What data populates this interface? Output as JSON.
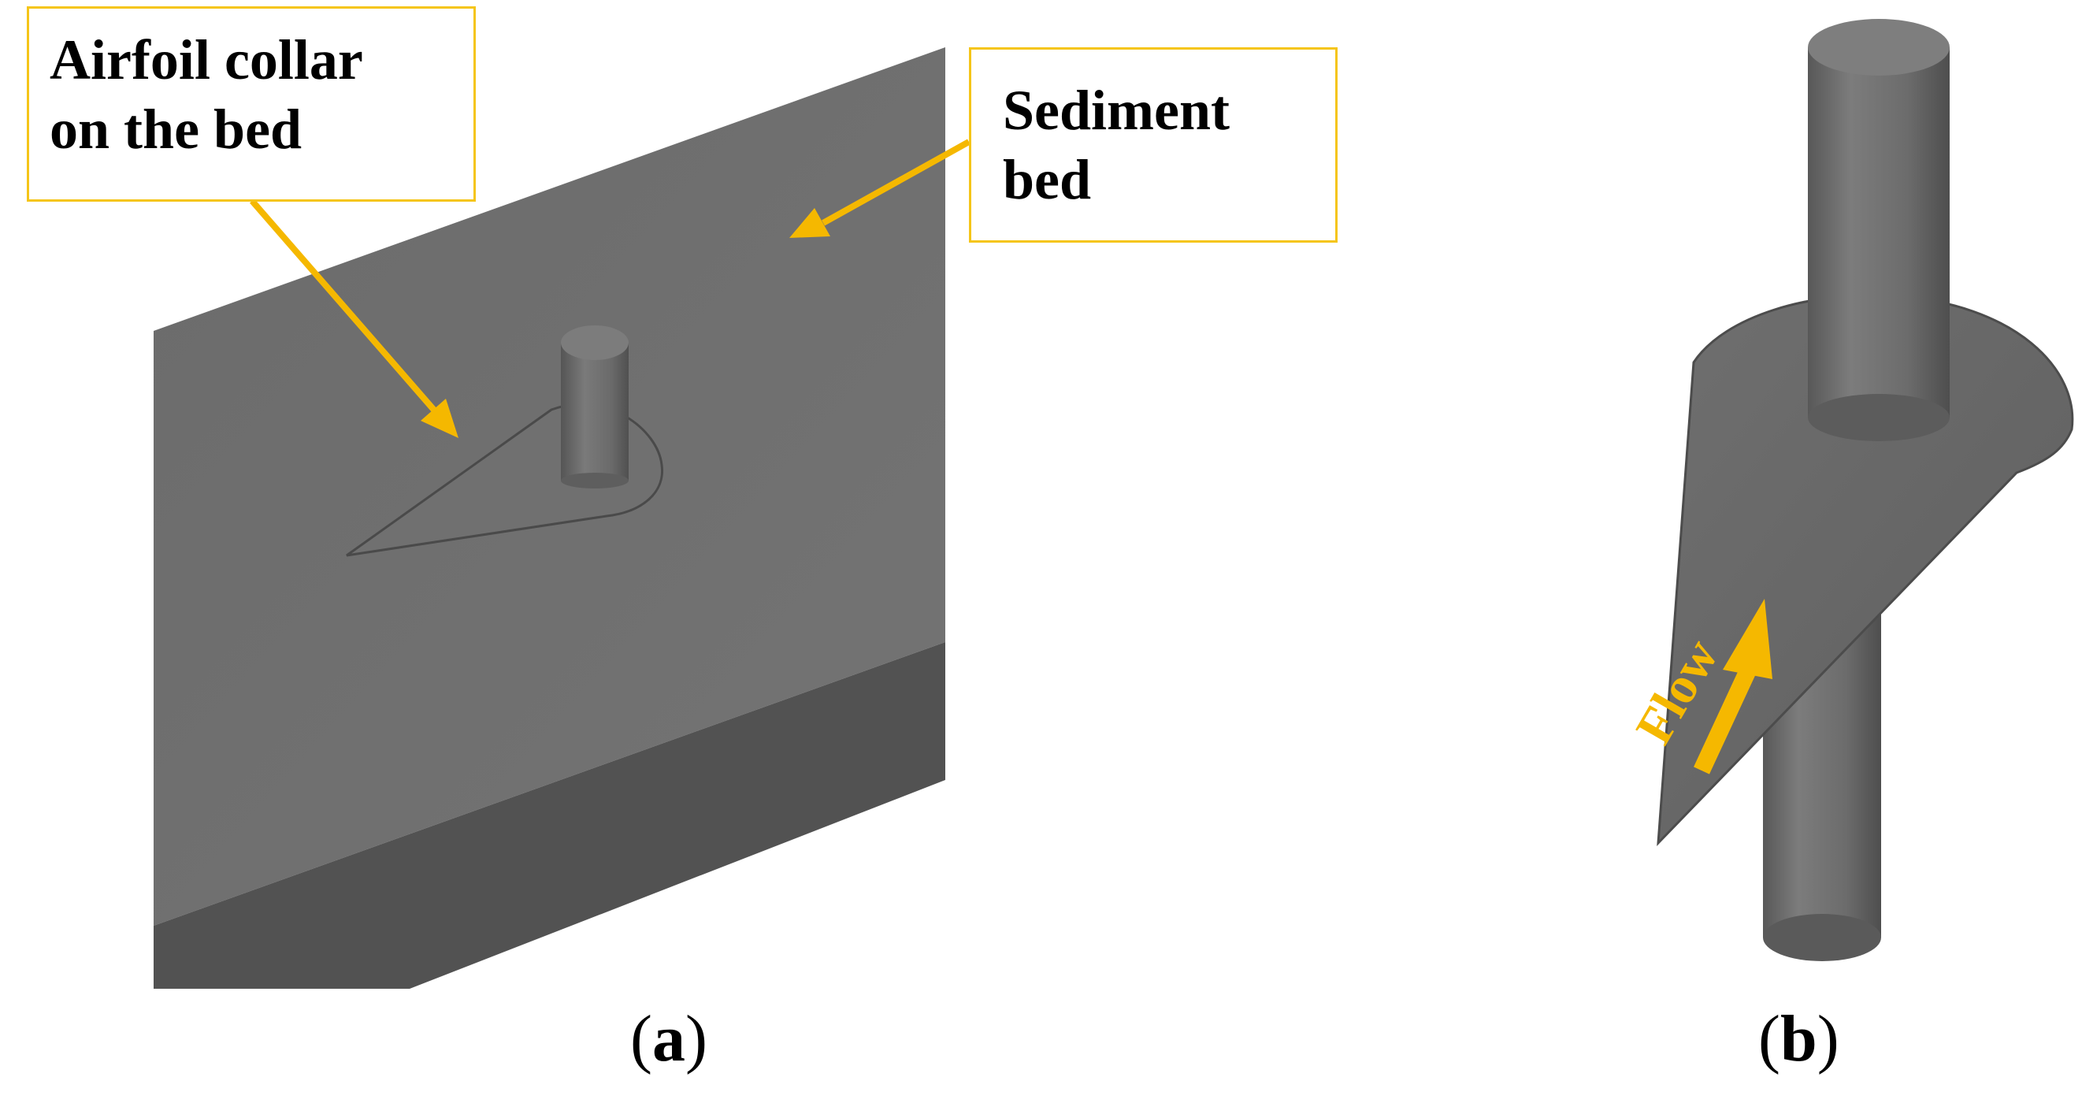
{
  "labels": {
    "collar_line1": "Airfoil collar",
    "collar_line2": "on the bed",
    "sediment_line1": "Sediment",
    "sediment_line2": "bed",
    "flow": "Flow"
  },
  "captions": {
    "a_open": "(",
    "a_letter": "a",
    "a_close": ")",
    "b_open": "(",
    "b_letter": "b",
    "b_close": ")"
  },
  "colors": {
    "accent": "#f5b800",
    "box_border": "#f5c518",
    "bed_top": "#6e6e6e",
    "bed_side": "#525252",
    "pier": "#6a6a6a"
  }
}
